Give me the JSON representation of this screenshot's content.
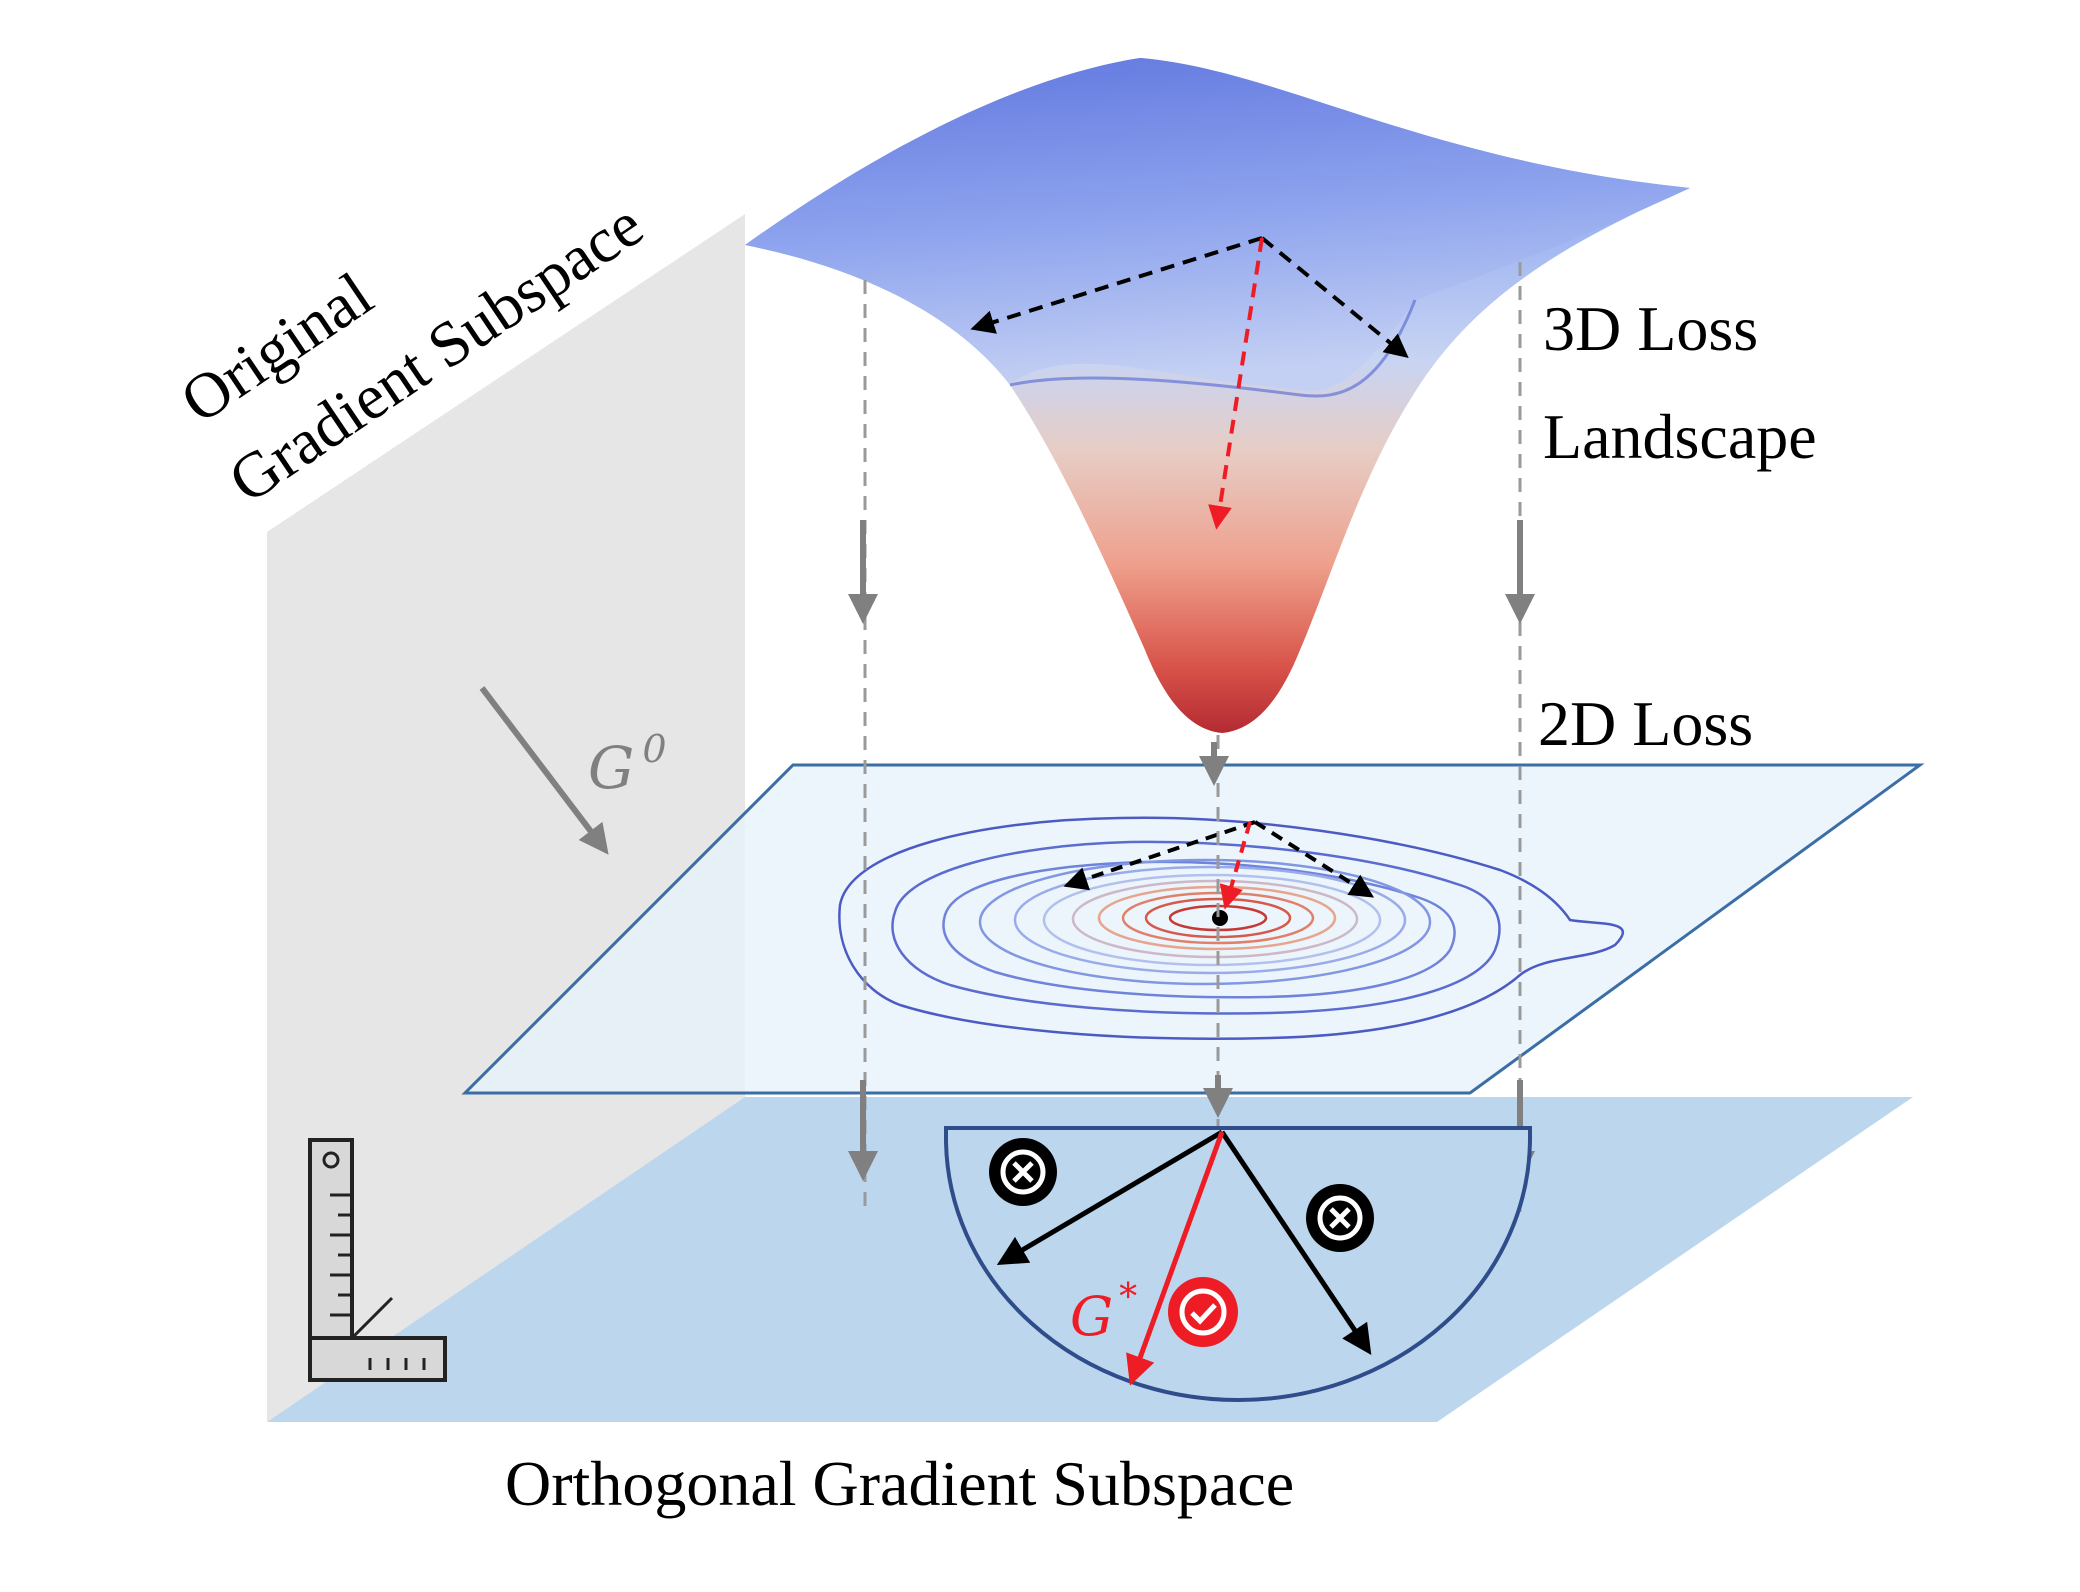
{
  "labels": {
    "original_line1": "Original",
    "original_line2": "Gradient Subspace",
    "loss3d_line1": "3D Loss",
    "loss3d_line2": "Landscape",
    "loss2d": "2D Loss",
    "orthogonal": "Orthogonal Gradient Subspace"
  },
  "math": {
    "g0_base": "G",
    "g0_sup": "0",
    "gstar_base": "G",
    "gstar_sup": "*"
  },
  "icons": {
    "reject": "x-circle-icon",
    "accept": "check-circle-icon",
    "ruler": "set-square-ruler-icon"
  },
  "colors": {
    "wall": "#e6e6e6",
    "orthogonal_plane": "#bcd6ee",
    "loss_plane": "#e9f2fb",
    "loss_plane_border": "#3a6ea5",
    "surface_top": "#6f86e6",
    "surface_bottom": "#c8373a",
    "red_arrow": "#ee1c24",
    "gray_arrow": "#808080",
    "semicircle_border": "#2f4d8a"
  }
}
